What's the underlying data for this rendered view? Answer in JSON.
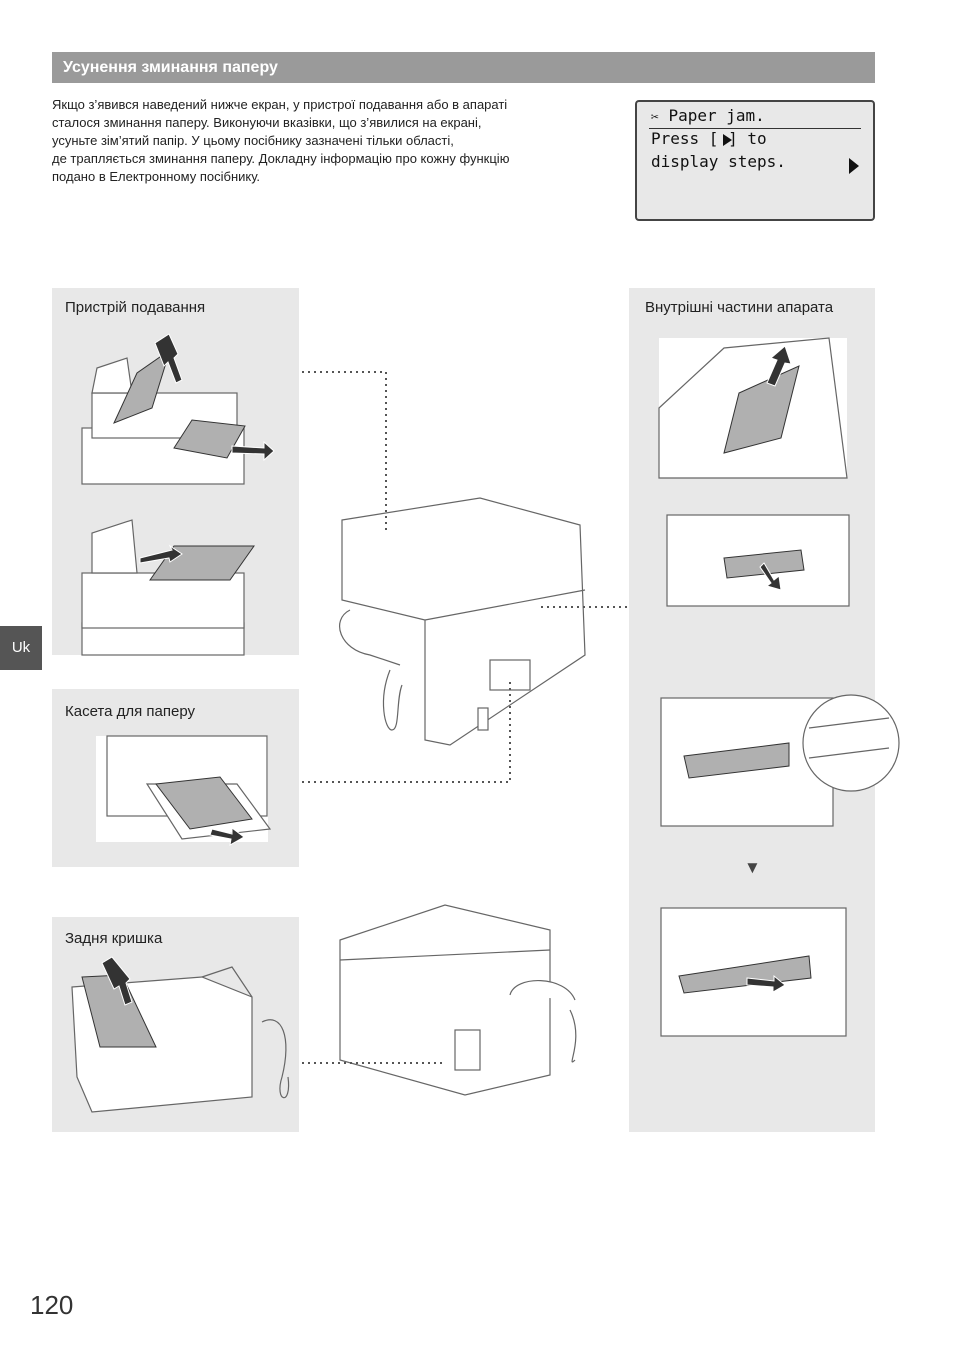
{
  "header": {
    "title": "Усунення зминання паперу"
  },
  "intro": {
    "lines": [
      "Якщо з’явився наведений нижче екран, у пристрої подавання або в апараті",
      "сталося зминання паперу. Виконуючи вказівки, що з’явилися на екрані,",
      "усуньте зім’ятий папір. У цьому посібнику зазначені тільки області,",
      "де трапляється зминання паперу. Докладну інформацію про кожну функцію",
      "подано в Електронному посібнику."
    ]
  },
  "lcd": {
    "line1": "Paper jam.",
    "line2": "Press [ ] to",
    "line3": "display steps.",
    "jam_icon": "paper-jam-icon",
    "right_arrow_icon": "right-triangle-icon"
  },
  "panels": {
    "feeder": {
      "label": "Пристрій подавання"
    },
    "cassette": {
      "label": "Касета для паперу"
    },
    "rear_cover": {
      "label": "Задня кришка"
    },
    "inside": {
      "label": "Внутрішні частини апарата"
    }
  },
  "step_arrow": "▼",
  "side_tab": {
    "label": "Uk"
  },
  "page_number": "120",
  "colors": {
    "header_bar": "#9a9a9a",
    "panel_bg": "#e8e8e8",
    "side_tab": "#555555"
  }
}
